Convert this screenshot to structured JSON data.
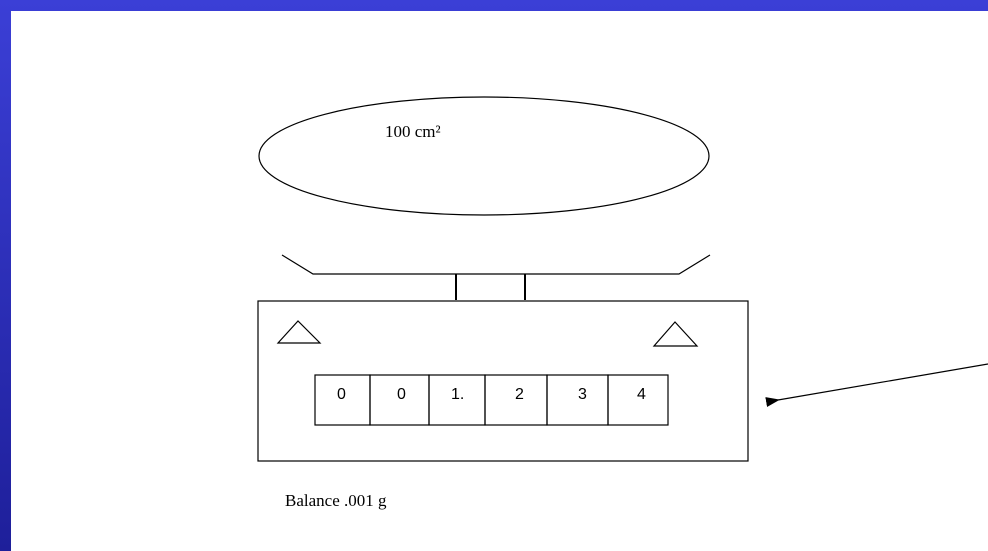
{
  "sample": {
    "area_label": "100 cm²"
  },
  "balance": {
    "display_digits": [
      "0",
      "0",
      "1.",
      "2",
      "3",
      "4"
    ],
    "caption": "Balance .001 g"
  },
  "colors": {
    "border": "#2a2ab0",
    "stroke": "#000000",
    "background": "#ffffff"
  }
}
